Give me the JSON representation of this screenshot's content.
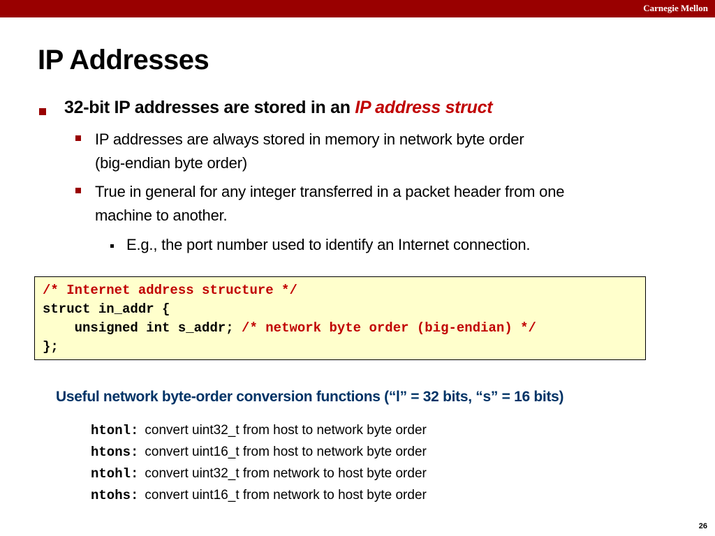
{
  "header": {
    "brand": "Carnegie Mellon"
  },
  "slide": {
    "title": "IP Addresses",
    "bullet1": {
      "text_plain": "32-bit IP addresses are stored in an ",
      "text_emph": "IP address struct"
    },
    "sub1_line1": "IP addresses are always stored in memory in network byte order",
    "sub1_line2": "(big-endian byte order)",
    "sub2_line1": "True in general for any integer transferred in a packet header from one",
    "sub2_line2": "machine to another.",
    "subsub1": "E.g., the port number used to identify an Internet connection."
  },
  "code": {
    "line1": "/* Internet address structure */",
    "line2": "struct in_addr {",
    "line3_code": "    unsigned int s_addr;",
    "line3_comment": " /* network byte order (big-endian) */",
    "line4": "};"
  },
  "useful_heading": "Useful network byte-order conversion functions (“l” = 32 bits, “s” = 16 bits)",
  "functions": [
    {
      "name": "htonl:",
      "desc": "convert uint32_t from host to network byte order"
    },
    {
      "name": "htons:",
      "desc": "convert uint16_t from host to network byte order"
    },
    {
      "name": "ntohl:",
      "desc": "convert uint32_t from network to host byte order"
    },
    {
      "name": "ntohs:",
      "desc": "convert uint16_t from network to host byte order"
    }
  ],
  "page_number": "26",
  "colors": {
    "brand_red": "#990000",
    "emphasis_red": "#c00000",
    "heading_blue": "#003366",
    "code_bg": "#ffffcc"
  }
}
